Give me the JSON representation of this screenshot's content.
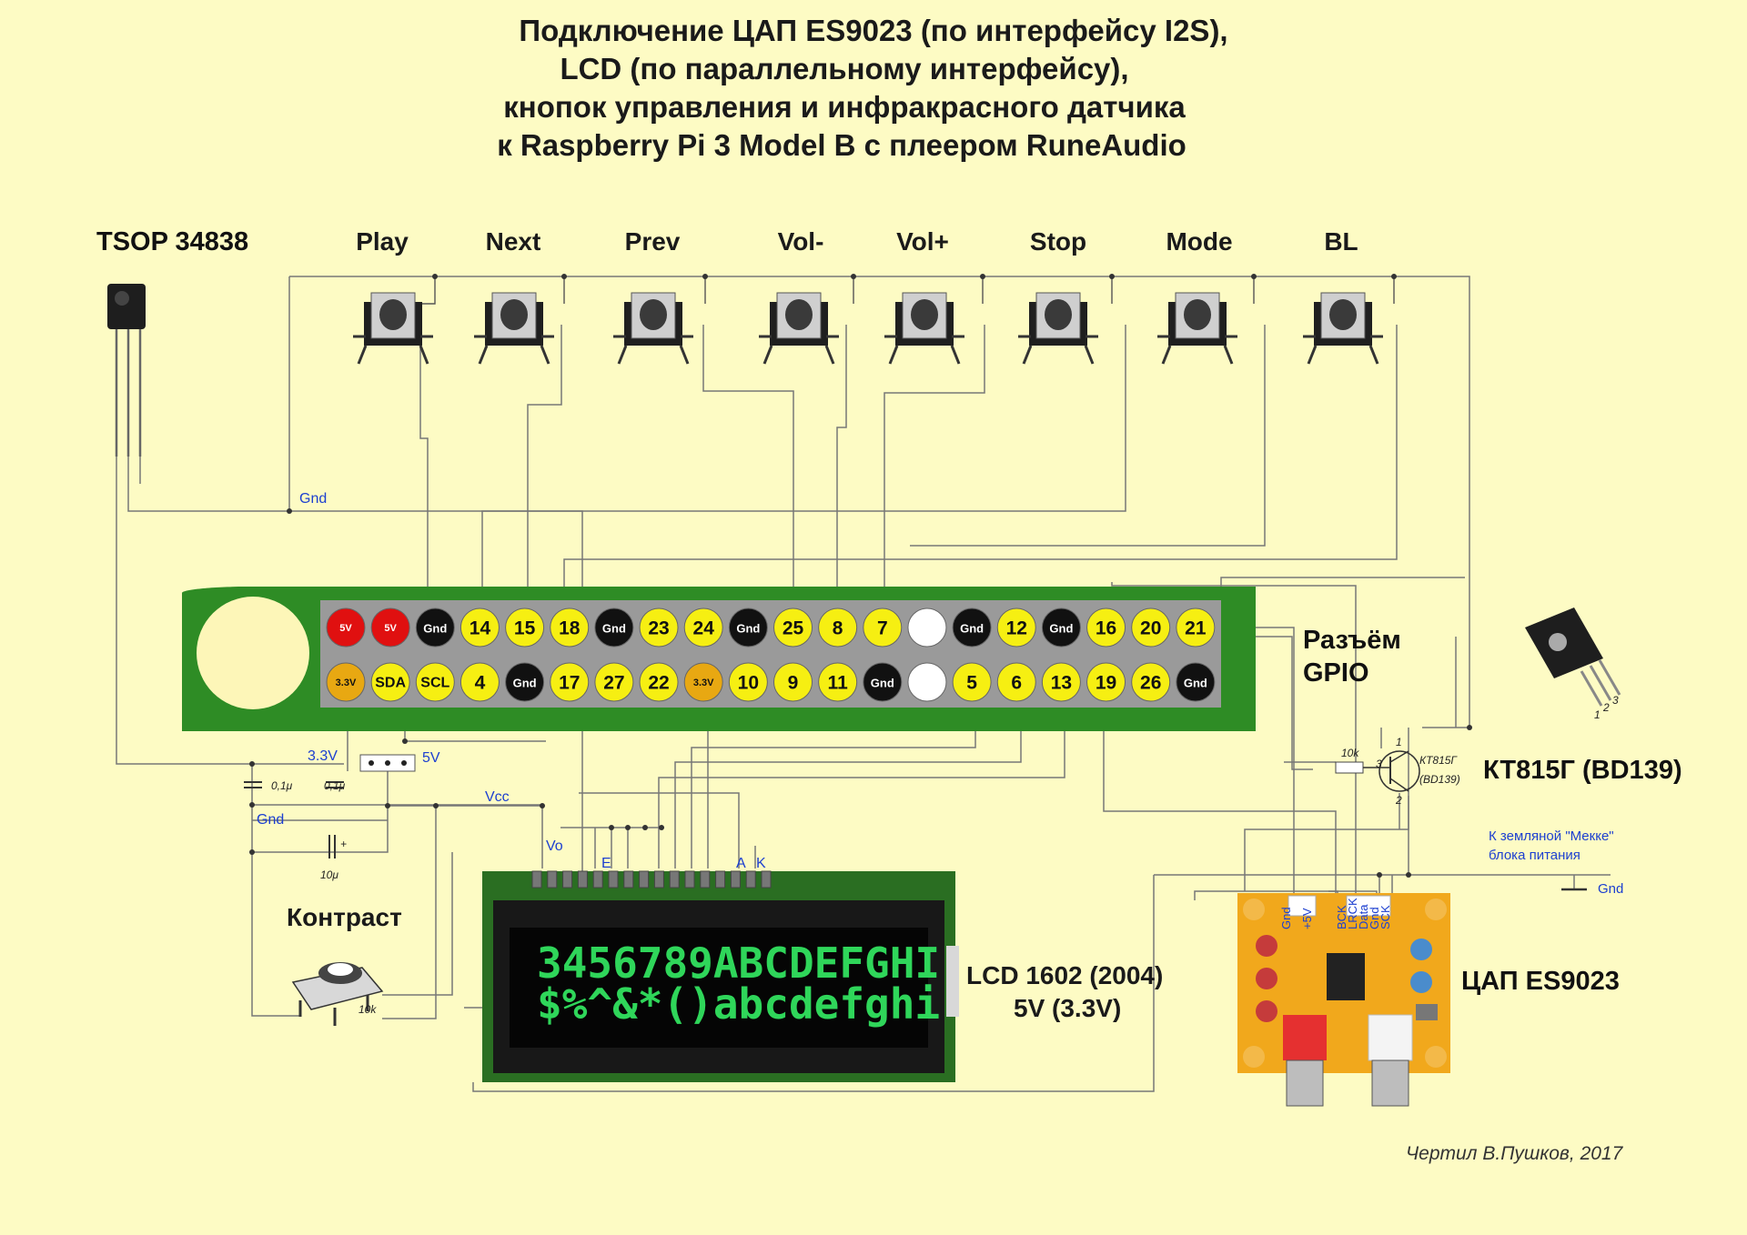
{
  "title": {
    "lines": [
      "Подключение ЦАП ES9023 (по интерфейсу I2S),",
      "LCD (по параллельному интерфейсу),",
      "кнопок управления и инфракрасного датчика",
      "к Raspberry Pi 3 Model B с плеером RuneAudio"
    ]
  },
  "ir_sensor": {
    "label": "TSOP 34838"
  },
  "buttons": [
    "Play",
    "Next",
    "Prev",
    "Vol-",
    "Vol+",
    "Stop",
    "Mode",
    "BL"
  ],
  "gpio": {
    "label_line1": "Разъём",
    "label_line2": "GPIO",
    "top_row": [
      "5V",
      "5V",
      "Gnd",
      "14",
      "15",
      "18",
      "Gnd",
      "23",
      "24",
      "Gnd",
      "25",
      "8",
      "7",
      "",
      "Gnd",
      "12",
      "Gnd",
      "16",
      "20",
      "21"
    ],
    "bottom_row": [
      "3.3V",
      "SDA",
      "SCL",
      "4",
      "Gnd",
      "17",
      "27",
      "22",
      "3.3V",
      "10",
      "9",
      "11",
      "Gnd",
      "",
      "5",
      "6",
      "13",
      "19",
      "26",
      "Gnd"
    ]
  },
  "wire_labels": {
    "gnd_top": "Gnd",
    "v33": "3.3V",
    "v5": "5V",
    "vcc": "Vcc",
    "gnd_left": "Gnd",
    "vo": "Vo",
    "e": "E",
    "a": "A",
    "k": "K"
  },
  "caps": {
    "c1": "0,1μ",
    "c2": "0,1μ",
    "c3": "10μ",
    "plus": "+"
  },
  "contrast": {
    "label": "Контраст",
    "value": "10k"
  },
  "lcd": {
    "line1": "3456789ABCDEFGHI",
    "line2": "$%^&*()abcdefghi",
    "label_line1": "LCD 1602 (2004)",
    "label_line2": "5V (3.3V)"
  },
  "transistor": {
    "label": "КТ815Г (BD139)",
    "small_line1": "КТ815Г",
    "small_line2": "(BD139)",
    "resistor": "10k",
    "pin1": "1",
    "pin2": "2",
    "pin3": "3"
  },
  "ground_note": {
    "line1": "К земляной \"Мекке\"",
    "line2": "блока питания",
    "gnd": "Gnd"
  },
  "dac": {
    "label": "ЦАП ES9023",
    "pins": [
      "Gnd",
      "+5V",
      "BCK",
      "LRCK",
      "Data",
      "Gnd",
      "SCK"
    ]
  },
  "signature": "Чертил В.Пушков, 2017",
  "colors": {
    "background": "#fdfbc4",
    "pcb_green": "#2e8c25",
    "pin_yellow": "#f6ef12",
    "pin_red": "#e01010",
    "pin_orange": "#e8a812",
    "pin_black": "#111111",
    "lcd_text": "#2fd65a"
  }
}
